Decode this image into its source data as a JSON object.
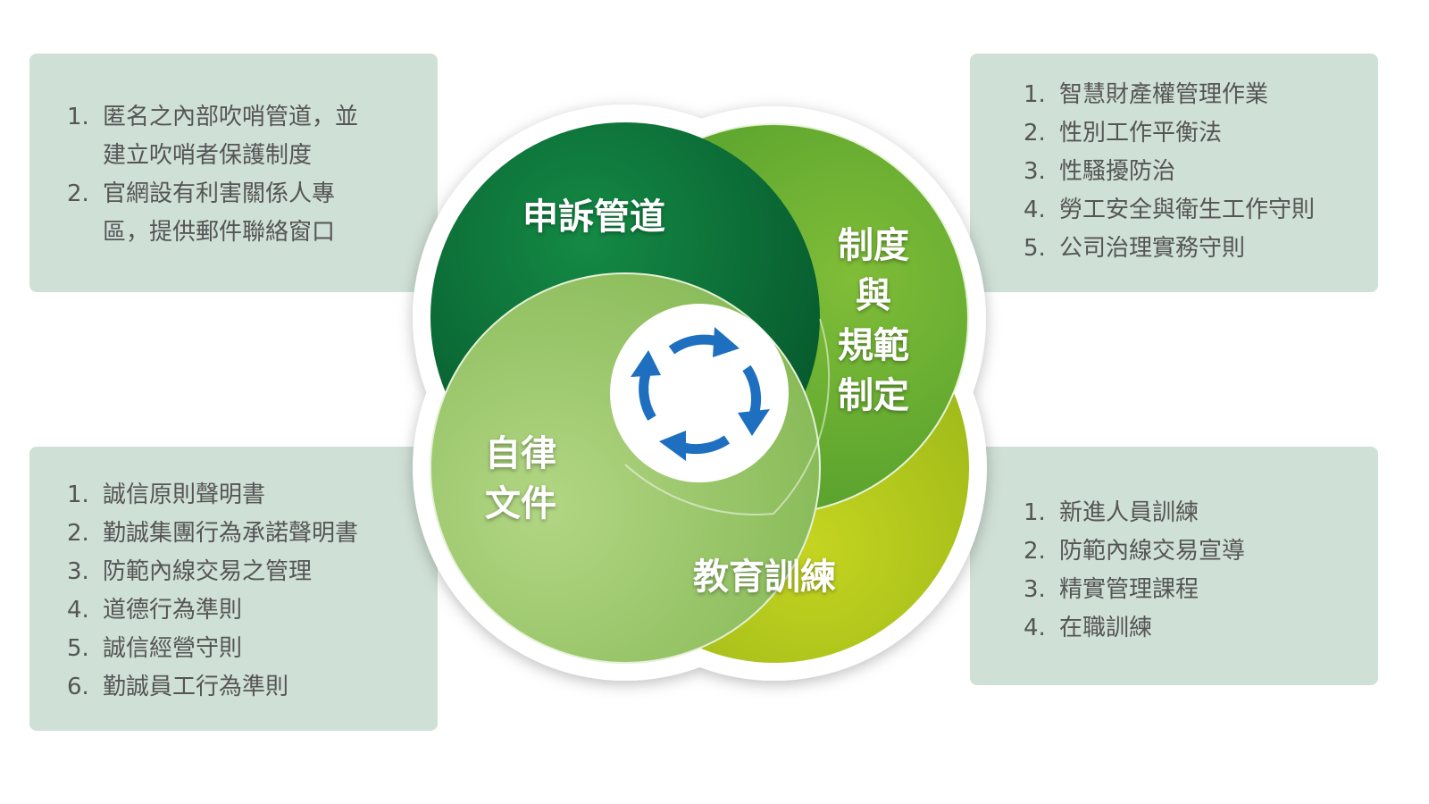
{
  "top_left_box": {
    "items": [
      {
        "num": "1.",
        "text": "匿名之內部吹哨管道，並\n建立吹哨者保護制度"
      },
      {
        "num": "2.",
        "text": "官網設有利害關係人專\n區，提供郵件聯絡窗口"
      }
    ]
  },
  "top_right_box": {
    "items": [
      {
        "num": "1.",
        "text": "智慧財產權管理作業"
      },
      {
        "num": "2.",
        "text": "性別工作平衡法"
      },
      {
        "num": "3.",
        "text": "性騷擾防治"
      },
      {
        "num": "4.",
        "text": "勞工安全與衛生工作守則"
      },
      {
        "num": "5.",
        "text": "公司治理實務守則"
      }
    ]
  },
  "bottom_left_box": {
    "items": [
      {
        "num": "1.",
        "text": "誠信原則聲明書"
      },
      {
        "num": "2.",
        "text": "勤誠集團行為承諾聲明書"
      },
      {
        "num": "3.",
        "text": "防範內線交易之管理"
      },
      {
        "num": "4.",
        "text": "道德行為準則"
      },
      {
        "num": "5.",
        "text": "誠信經營守則"
      },
      {
        "num": "6.",
        "text": "勤誠員工行為準則"
      }
    ]
  },
  "bottom_right_box": {
    "items": [
      {
        "num": "1.",
        "text": "新進人員訓練"
      },
      {
        "num": "2.",
        "text": "防範內線交易宣導"
      },
      {
        "num": "3.",
        "text": "精實管理課程"
      },
      {
        "num": "4.",
        "text": "在職訓練"
      }
    ]
  },
  "petals": {
    "complaint": "申訴管道",
    "policy": "制度\n與\n規範\n制定",
    "self_discipline": "自律\n文件",
    "training": "教育訓練"
  },
  "colors": {
    "box": "#cfe0d6",
    "dark_green": "#0b7a3c",
    "mid_green": "#6fb02e",
    "yellow_green": "#b8cc1c",
    "light_green": "#a9d07a",
    "arrow": "#1e6fbf"
  }
}
